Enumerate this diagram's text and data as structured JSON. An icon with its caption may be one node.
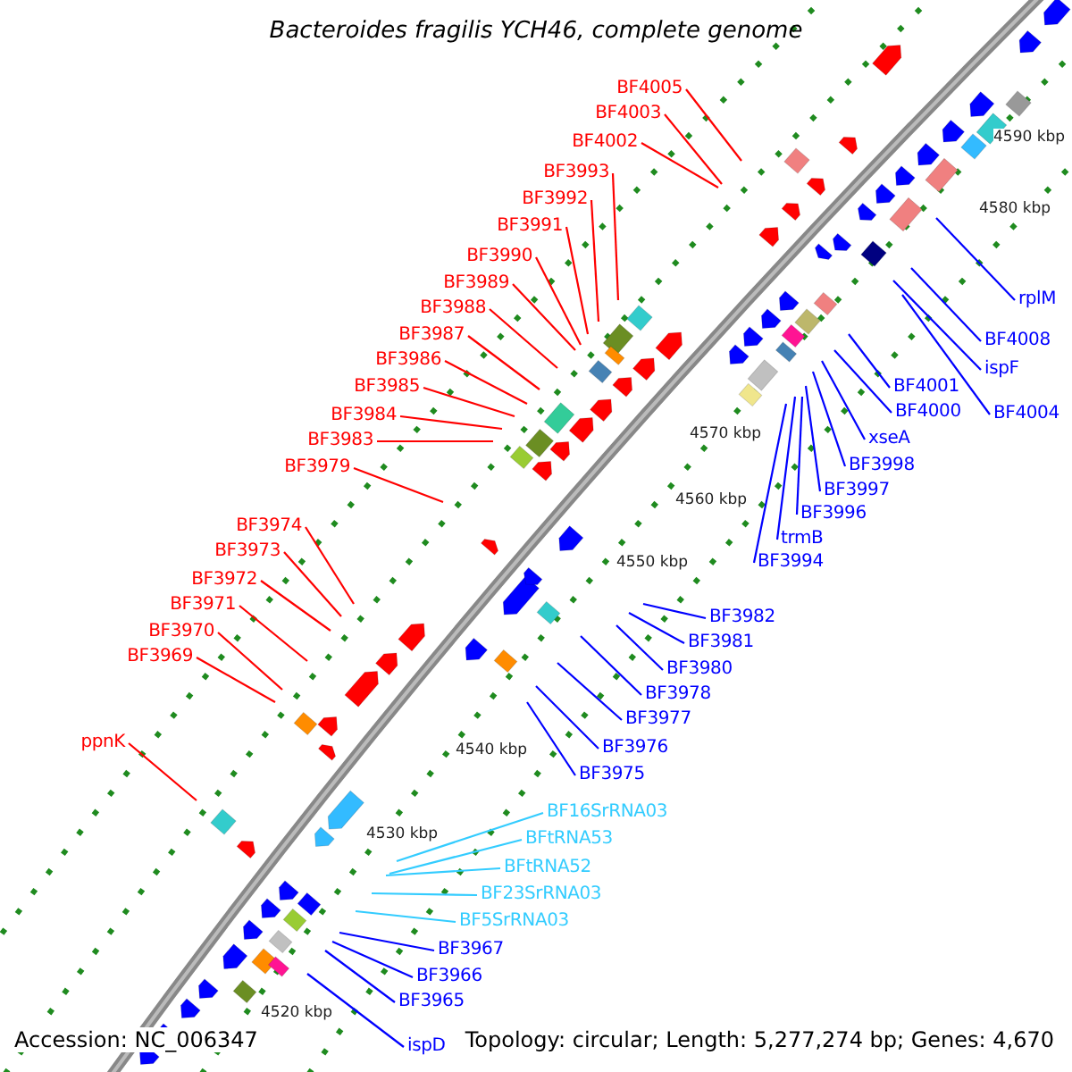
{
  "diagram": {
    "title": "Bacteroides fragilis YCH46, complete genome",
    "nodes": [
      {
        "text": [
          "BF4005"
        ]
      },
      {
        "text": [
          "BF4003"
        ]
      },
      {
        "text": [
          "BF4002"
        ]
      },
      {
        "text": [
          "BF3993"
        ]
      },
      {
        "text": [
          "BF3992"
        ]
      },
      {
        "text": [
          "BF3991"
        ]
      },
      {
        "text": [
          "BF3990"
        ]
      },
      {
        "text": [
          "BF3989"
        ]
      },
      {
        "text": [
          "BF3988"
        ]
      },
      {
        "text": [
          "BF3987"
        ]
      },
      {
        "text": [
          "BF3986"
        ]
      },
      {
        "text": [
          "BF3985"
        ]
      },
      {
        "text": [
          "BF3984"
        ]
      },
      {
        "text": [
          "BF3983"
        ]
      },
      {
        "text": [
          "BF3979"
        ]
      },
      {
        "text": [
          "BF3974"
        ]
      },
      {
        "text": [
          "BF3973"
        ]
      },
      {
        "text": [
          "BF3972"
        ]
      },
      {
        "text": [
          "BF3971"
        ]
      },
      {
        "text": [
          "BF3970"
        ]
      },
      {
        "text": [
          "BF3969"
        ]
      },
      {
        "text": [
          "ppnK"
        ]
      },
      {
        "text": [
          "rplM"
        ]
      },
      {
        "text": [
          "BF4008"
        ]
      },
      {
        "text": [
          "ispF"
        ]
      },
      {
        "text": [
          "BF4004"
        ]
      },
      {
        "text": [
          "BF4001"
        ]
      },
      {
        "text": [
          "BF4000"
        ]
      },
      {
        "text": [
          "xseA"
        ]
      },
      {
        "text": [
          "BF3998"
        ]
      },
      {
        "text": [
          "BF3997"
        ]
      },
      {
        "text": [
          "BF3996"
        ]
      },
      {
        "text": [
          "trmB"
        ]
      },
      {
        "text": [
          "BF3994"
        ]
      },
      {
        "text": [
          "BF3982"
        ]
      },
      {
        "text": [
          "BF3981"
        ]
      },
      {
        "text": [
          "BF3980"
        ]
      },
      {
        "text": [
          "BF3978"
        ]
      },
      {
        "text": [
          "BF3977"
        ]
      },
      {
        "text": [
          "BF3976"
        ]
      },
      {
        "text": [
          "BF3975"
        ]
      },
      {
        "text": [
          "BF16SrRNA03"
        ]
      },
      {
        "text": [
          "BFtRNA53"
        ]
      },
      {
        "text": [
          "BFtRNA52"
        ]
      },
      {
        "text": [
          "BF23SrRNA03"
        ]
      },
      {
        "text": [
          "BF5SrRNA03"
        ]
      },
      {
        "text": [
          "BF3967"
        ]
      },
      {
        "text": [
          "BF3966"
        ]
      },
      {
        "text": [
          "BF3965"
        ]
      },
      {
        "text": [
          "ispD"
        ]
      }
    ],
    "edges": [
      {
        "from": 0,
        "to": null,
        "arrow": "none",
        "color": "#ff0000"
      },
      {
        "from": 1,
        "to": null,
        "arrow": "none",
        "color": "#ff0000"
      },
      {
        "from": 2,
        "to": null,
        "arrow": "none",
        "color": "#ff0000"
      },
      {
        "from": 3,
        "to": null,
        "arrow": "none",
        "color": "#ff0000"
      },
      {
        "from": 4,
        "to": null,
        "arrow": "none",
        "color": "#ff0000"
      },
      {
        "from": 5,
        "to": null,
        "arrow": "none",
        "color": "#ff0000"
      },
      {
        "from": 6,
        "to": null,
        "arrow": "none",
        "color": "#ff0000"
      },
      {
        "from": 7,
        "to": null,
        "arrow": "none",
        "color": "#ff0000"
      },
      {
        "from": 8,
        "to": null,
        "arrow": "none",
        "color": "#ff0000"
      },
      {
        "from": 9,
        "to": null,
        "arrow": "none",
        "color": "#ff0000"
      },
      {
        "from": 10,
        "to": null,
        "arrow": "none",
        "color": "#ff0000"
      },
      {
        "from": 11,
        "to": null,
        "arrow": "none",
        "color": "#ff0000"
      },
      {
        "from": 12,
        "to": null,
        "arrow": "none",
        "color": "#ff0000"
      },
      {
        "from": 13,
        "to": null,
        "arrow": "none",
        "color": "#ff0000"
      },
      {
        "from": 14,
        "to": null,
        "arrow": "none",
        "color": "#ff0000"
      },
      {
        "from": 15,
        "to": null,
        "arrow": "none",
        "color": "#ff0000"
      },
      {
        "from": 16,
        "to": null,
        "arrow": "none",
        "color": "#ff0000"
      },
      {
        "from": 17,
        "to": null,
        "arrow": "none",
        "color": "#ff0000"
      },
      {
        "from": 18,
        "to": null,
        "arrow": "none",
        "color": "#ff0000"
      },
      {
        "from": 19,
        "to": null,
        "arrow": "none",
        "color": "#ff0000"
      },
      {
        "from": 20,
        "to": null,
        "arrow": "none",
        "color": "#ff0000"
      },
      {
        "from": 21,
        "to": null,
        "arrow": "none",
        "color": "#ff0000"
      },
      {
        "from": 22,
        "to": null,
        "arrow": "none"
      },
      {
        "from": 23,
        "to": null,
        "arrow": "none"
      },
      {
        "from": 24,
        "to": null,
        "arrow": "none"
      },
      {
        "from": 25,
        "to": null,
        "arrow": "none"
      },
      {
        "from": 26,
        "to": null,
        "arrow": "none"
      },
      {
        "from": 27,
        "to": null,
        "arrow": "none"
      },
      {
        "from": 28,
        "to": null,
        "arrow": "none"
      },
      {
        "from": 29,
        "to": null,
        "arrow": "none"
      },
      {
        "from": 30,
        "to": null,
        "arrow": "none"
      },
      {
        "from": 31,
        "to": null,
        "arrow": "none"
      },
      {
        "from": 32,
        "to": null,
        "arrow": "none"
      },
      {
        "from": 33,
        "to": null,
        "arrow": "none"
      },
      {
        "from": 34,
        "to": null,
        "arrow": "none"
      },
      {
        "from": 35,
        "to": null,
        "arrow": "none"
      },
      {
        "from": 36,
        "to": null,
        "arrow": "none"
      },
      {
        "from": 37,
        "to": null,
        "arrow": "none"
      },
      {
        "from": 38,
        "to": null,
        "arrow": "none"
      },
      {
        "from": 39,
        "to": null,
        "arrow": "none"
      },
      {
        "from": 40,
        "to": null,
        "arrow": "none"
      },
      {
        "from": 41,
        "to": null,
        "arrow": "none",
        "color": "#33ccff"
      },
      {
        "from": 42,
        "to": null,
        "arrow": "none",
        "color": "#33ccff"
      },
      {
        "from": 43,
        "to": null,
        "arrow": "none",
        "color": "#33ccff"
      },
      {
        "from": 44,
        "to": null,
        "arrow": "none",
        "color": "#33ccff"
      },
      {
        "from": 45,
        "to": null,
        "arrow": "none",
        "color": "#33ccff"
      },
      {
        "from": 46,
        "to": null,
        "arrow": "none"
      },
      {
        "from": 47,
        "to": null,
        "arrow": "none"
      },
      {
        "from": 48,
        "to": null,
        "arrow": "none"
      },
      {
        "from": 49,
        "to": null,
        "arrow": "none"
      }
    ],
    "labels": [
      "4590 kbp",
      "4580 kbp",
      "4570 kbp",
      "4560 kbp",
      "4550 kbp",
      "4540 kbp",
      "4530 kbp",
      "4520 kbp",
      "Accession: NC_006347",
      "Topology: circular; Length: 5,277,274 bp; Genes: 4,670"
    ]
  }
}
